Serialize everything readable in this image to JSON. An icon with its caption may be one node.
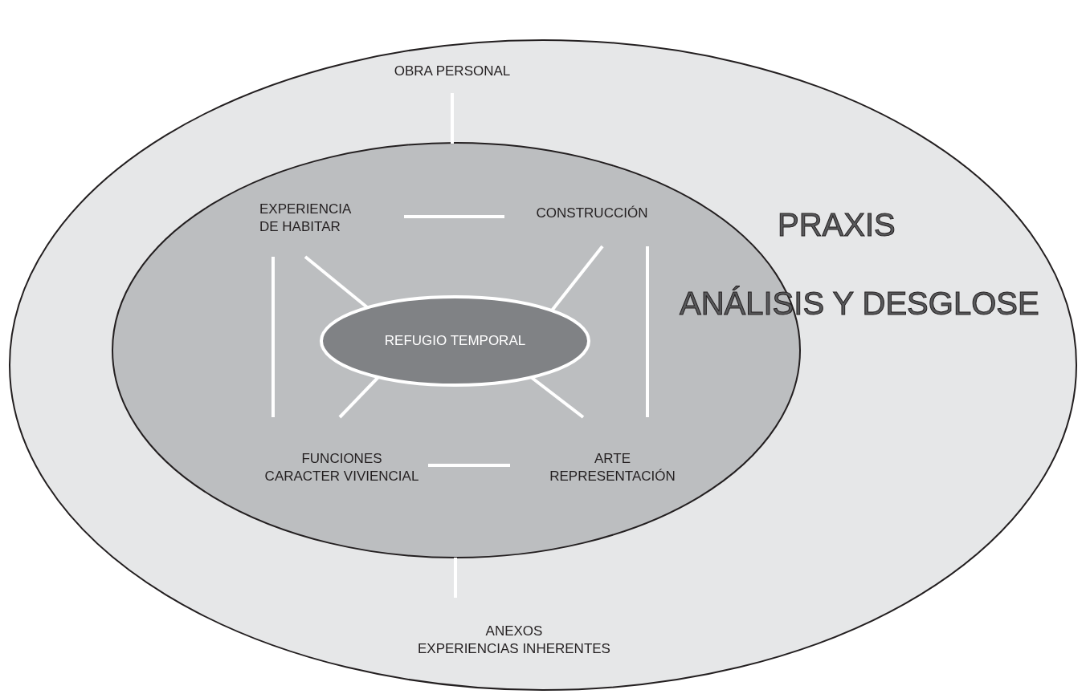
{
  "diagram": {
    "nodes": [
      {
        "text": [
          "PRAXIS"
        ]
      },
      {
        "text": [
          "ANÁLISIS Y DESGLOSE"
        ],
        "in": 0
      },
      {
        "text": [
          "OBRA PERSONAL"
        ],
        "in": 0
      },
      {
        "text": [
          "EXPERIENCIA DE HABITAR"
        ],
        "in": 1
      },
      {
        "text": [
          "CONSTRUCCIÓN"
        ],
        "in": 1
      },
      {
        "text": [
          "REFUGIO TEMPORAL"
        ],
        "in": 1
      },
      {
        "text": [
          "FUNCIONES",
          "CARACTER VIVIENCIAL"
        ],
        "in": 1
      },
      {
        "text": [
          "ARTE",
          "REPRESENTACIÓN"
        ],
        "in": 1
      },
      {
        "text": [
          "ANEXOS",
          "EXPERIENCIAS INHERENTES"
        ],
        "in": 0
      }
    ],
    "edges": [
      {
        "from": 2,
        "to": 1,
        "arrow": "none"
      },
      {
        "from": 3,
        "to": 4,
        "arrow": "none"
      },
      {
        "from": 3,
        "to": 5,
        "arrow": "none"
      },
      {
        "from": 4,
        "to": 5,
        "arrow": "none"
      },
      {
        "from": 3,
        "to": 6,
        "arrow": "none"
      },
      {
        "from": 4,
        "to": 7,
        "arrow": "none"
      },
      {
        "from": 6,
        "to": 5,
        "arrow": "none"
      },
      {
        "from": 7,
        "to": 5,
        "arrow": "none"
      },
      {
        "from": 6,
        "to": 7,
        "arrow": "none"
      },
      {
        "from": 1,
        "to": 8,
        "arrow": "none"
      }
    ]
  }
}
